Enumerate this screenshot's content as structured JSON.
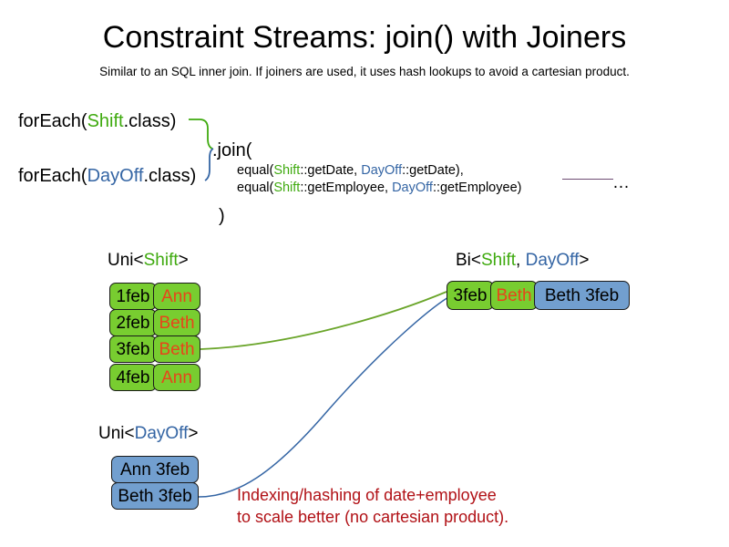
{
  "header": {
    "title": "Constraint Streams: join() with Joiners",
    "subtitle": "Similar to an SQL inner join. If joiners are used, it uses hash lookups to avoid a cartesian product."
  },
  "code": {
    "foreach_shift": {
      "prefix": "forEach(",
      "type": "Shift",
      "suffix": ".class)"
    },
    "foreach_dayoff": {
      "prefix": "forEach(",
      "type": "DayOff",
      "suffix": ".class)"
    },
    "join_open": ".join(",
    "join_close": ")",
    "joiners": [
      {
        "prefix": "equal(",
        "left_type": "Shift",
        "left_ref": "::getDate, ",
        "right_type": "DayOff",
        "right_ref": "::getDate),"
      },
      {
        "prefix": "equal(",
        "left_type": "Shift",
        "left_ref": "::getEmployee, ",
        "right_type": "DayOff",
        "right_ref": "::getEmployee)"
      }
    ],
    "ellipsis": "…"
  },
  "streams": {
    "uni_shift": {
      "label_prefix": "Uni<",
      "label_type": "Shift",
      "label_suffix": ">",
      "rows": [
        {
          "date": "1feb",
          "name": "Ann"
        },
        {
          "date": "2feb",
          "name": "Beth"
        },
        {
          "date": "3feb",
          "name": "Beth"
        },
        {
          "date": "4feb",
          "name": "Ann"
        }
      ]
    },
    "uni_dayoff": {
      "label_prefix": "Uni<",
      "label_type": "DayOff",
      "label_suffix": ">",
      "rows": [
        {
          "text": "Ann 3feb"
        },
        {
          "text": "Beth 3feb"
        }
      ]
    },
    "bi": {
      "label_prefix": "Bi<",
      "label_type_a": "Shift",
      "label_separator": ", ",
      "label_type_b": "DayOff",
      "label_suffix": ">",
      "tuple": {
        "date": "3feb",
        "name": "Beth",
        "dayoff": "Beth 3feb"
      }
    }
  },
  "annotation": {
    "line1": "Indexing/hashing of date+employee",
    "line2": "to scale better (no cartesian product)."
  },
  "colors": {
    "shift_green": "#3faa0f",
    "dayoff_blue": "#3465a4",
    "box_green": "#78cd30",
    "box_blue": "#729fcf",
    "name_orange": "#e8441a",
    "annotation_red": "#b11116",
    "rule_purple": "#6d4b72"
  }
}
